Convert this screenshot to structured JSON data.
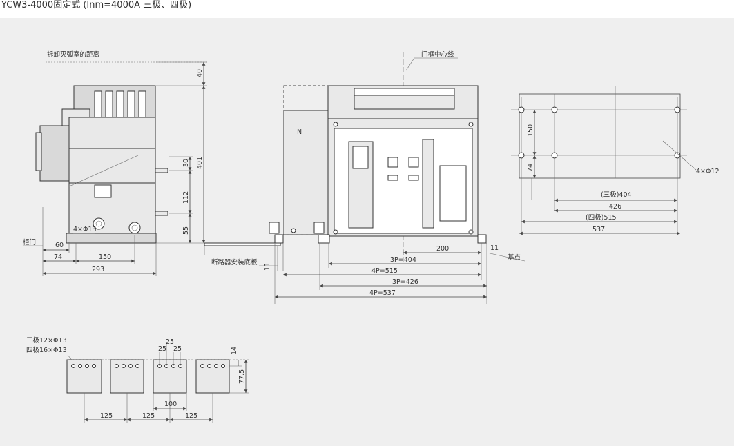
{
  "title": "YCW3-4000固定式 (Inm=4000A 三极、四极)",
  "side_view": {
    "label_arc_distance": "拆卸灭弧室的距离",
    "label_door": "柜门",
    "label_holes": "4×Φ13",
    "label_plate": "断路器安装底板",
    "dim_40": "40",
    "dim_401": "401",
    "dim_30": "30",
    "dim_112": "112",
    "dim_55": "55",
    "dim_60": "60",
    "dim_74": "74",
    "dim_150": "150",
    "dim_293": "293",
    "dim_11": "11"
  },
  "front_view": {
    "label_door_center": "门框中心线",
    "label_n": "N",
    "label_base": "基点",
    "dim_200": "200",
    "dim_11": "11",
    "dim_3p404": "3P=404",
    "dim_4p515": "4P=515",
    "dim_3p426": "3P=426",
    "dim_4p537": "4P=537"
  },
  "hole_view": {
    "dim_150": "150",
    "dim_74": "74",
    "label_holes": "4×Φ12",
    "dim_3pole404": "(三极)404",
    "dim_426": "426",
    "dim_4pole515": "(四极)515",
    "dim_537": "537"
  },
  "terminal_view": {
    "label_3pole": "三极12×Φ13",
    "label_4pole": "四极16×Φ13",
    "dim_25a": "25",
    "dim_25b": "25",
    "dim_25c": "25",
    "dim_14": "14",
    "dim_77_5": "77.5",
    "dim_100": "100",
    "dim_125a": "125",
    "dim_125b": "125",
    "dim_125c": "125"
  }
}
